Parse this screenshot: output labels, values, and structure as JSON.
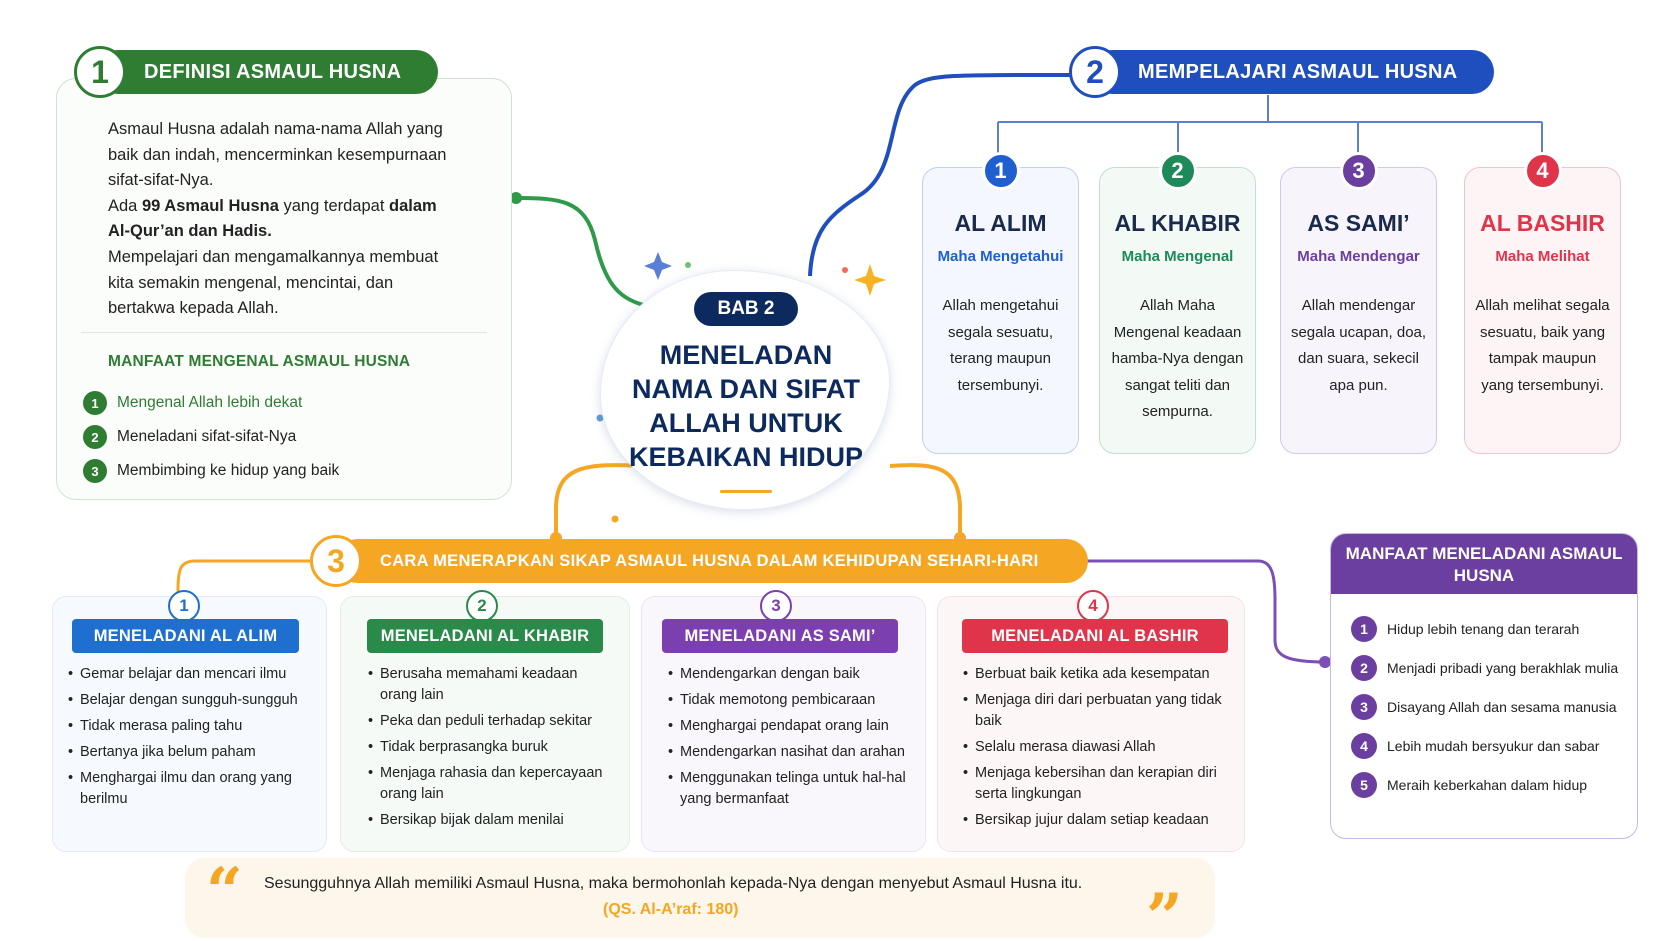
{
  "section1": {
    "number": "1",
    "title": "DEFINISI ASMAUL HUSNA",
    "definition": {
      "p1": "Asmaul Husna adalah nama-nama Allah yang baik dan indah, mencerminkan kesempurnaan sifat-sifat-Nya.",
      "p2_pre": "Ada ",
      "p2_bold1": "99 Asmaul Husna",
      "p2_mid": " yang terdapat ",
      "p2_bold2": "dalam Al-Qur’an dan Hadis.",
      "p3": "Mempelajari dan mengamalkannya membuat kita semakin mengenal, mencintai, dan bertakwa kepada Allah."
    },
    "manfaat_title": "MANFAAT MENGENAL ASMAUL HUSNA",
    "manfaat": [
      {
        "num": "1",
        "text": "Mengenal Allah lebih dekat"
      },
      {
        "num": "2",
        "text": "Meneladani sifat-sifat-Nya"
      },
      {
        "num": "3",
        "text": "Membimbing ke hidup yang baik"
      }
    ],
    "color": "#2e7d32"
  },
  "center": {
    "bab": "BAB 2",
    "title": "MENELADAN NAMA DAN SIFAT ALLAH UNTUK KEBAIKAN HIDUP"
  },
  "section2": {
    "number": "2",
    "title": "MEMPELAJARI ASMAUL HUSNA",
    "color": "#1f4fbf",
    "names": [
      {
        "num": "1",
        "name": "AL ALIM",
        "meaning": "Maha Mengetahui",
        "desc": "Allah mengetahui segala sesuatu, terang maupun tersembunyi.",
        "color": "#1f5fd0",
        "bg": "#f4f8fe",
        "border": "#bcd2f2"
      },
      {
        "num": "2",
        "name": "AL KHABIR",
        "meaning": "Maha Mengenal",
        "desc": "Allah Maha Mengenal keadaan hamba-Nya dengan sangat teliti dan sempurna.",
        "color": "#1e8a5a",
        "bg": "#f3faf6",
        "border": "#bfe2cd"
      },
      {
        "num": "3",
        "name": "AS SAMI’",
        "meaning": "Maha Mendengar",
        "desc": "Allah mendengar segala ucapan, doa, dan suara, sekecil apa pun.",
        "color": "#6a3fa0",
        "bg": "#f8f4fc",
        "border": "#d6c6ec"
      },
      {
        "num": "4",
        "name": "AL BASHIR",
        "meaning": "Maha Melihat",
        "desc": "Allah melihat segala sesuatu, baik yang tampak maupun yang tersembunyi.",
        "color": "#e0344a",
        "bg": "#fdf4f5",
        "border": "#f2c4ca"
      }
    ]
  },
  "section3": {
    "number": "3",
    "title": "CARA MENERAPKAN SIKAP ASMAUL HUSNA DALAM KEHIDUPAN SEHARI-HARI",
    "color": "#f5a623",
    "cards": [
      {
        "num": "1",
        "title": "MENELADANI AL ALIM",
        "color": "#1f6fd0",
        "items": [
          "Gemar belajar dan mencari ilmu",
          "Belajar dengan sungguh-sungguh",
          "Tidak merasa paling tahu",
          "Bertanya jika belum paham",
          "Menghargai ilmu dan orang yang berilmu"
        ]
      },
      {
        "num": "2",
        "title": "MENELADANI AL KHABIR",
        "color": "#2a8a4a",
        "items": [
          "Berusaha memahami keadaan orang lain",
          "Peka dan peduli terhadap sekitar",
          "Tidak berprasangka buruk",
          "Menjaga rahasia dan kepercayaan orang lain",
          "Bersikap bijak dalam menilai"
        ]
      },
      {
        "num": "3",
        "title": "MENELADANI AS SAMI’",
        "color": "#7b3fb0",
        "items": [
          "Mendengarkan dengan baik",
          "Tidak memotong pembicaraan",
          "Menghargai pendapat orang lain",
          "Mendengarkan nasihat dan arahan",
          "Menggunakan telinga untuk hal-hal yang bermanfaat"
        ]
      },
      {
        "num": "4",
        "title": "MENELADANI AL BASHIR",
        "color": "#e0344a",
        "items": [
          "Berbuat baik ketika ada kesempatan",
          "Menjaga diri dari perbuatan yang tidak baik",
          "Selalu merasa diawasi Allah",
          "Menjaga kebersihan dan kerapian diri serta lingkungan",
          "Bersikap jujur dalam setiap keadaan"
        ]
      }
    ]
  },
  "manfaat_meneladani": {
    "title": "MANFAAT MENELADANI ASMAUL HUSNA",
    "color": "#6a3fa0",
    "items": [
      {
        "num": "1",
        "text": "Hidup lebih tenang dan terarah"
      },
      {
        "num": "2",
        "text": "Menjadi pribadi yang berakhlak mulia"
      },
      {
        "num": "3",
        "text": "Disayang Allah dan sesama manusia"
      },
      {
        "num": "4",
        "text": "Lebih mudah bersyukur dan sabar"
      },
      {
        "num": "5",
        "text": "Meraih keberkahan dalam hidup"
      }
    ]
  },
  "quote": {
    "open": "“",
    "close": "”",
    "text": "Sesungguhnya Allah memiliki Asmaul Husna, maka bermohonlah kepada-Nya dengan menyebut Asmaul Husna itu.",
    "ref": "(QS. Al-A’raf: 180)"
  }
}
